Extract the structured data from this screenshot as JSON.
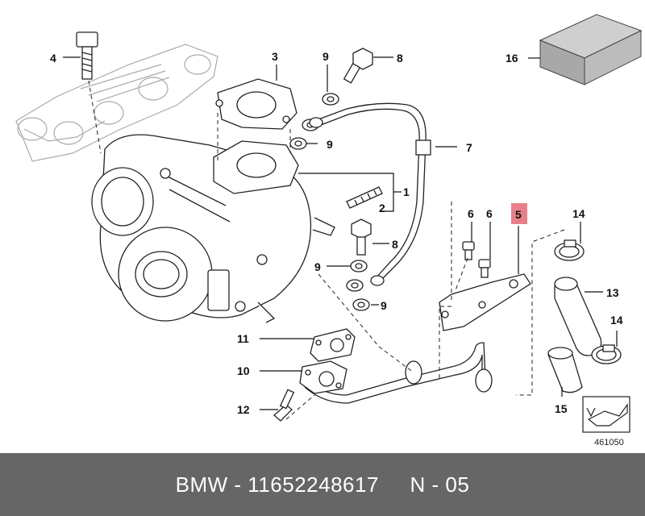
{
  "callouts": {
    "c1": "1",
    "c2": "2",
    "c3": "3",
    "c4": "4",
    "c5": "5",
    "c6a": "6",
    "c6b": "6",
    "c7": "7",
    "c8a": "8",
    "c8b": "8",
    "c9a": "9",
    "c9b": "9",
    "c9c": "9",
    "c9d": "9",
    "c10": "10",
    "c11": "11",
    "c12": "12",
    "c13": "13",
    "c14a": "14",
    "c14b": "14",
    "c15": "15",
    "c16": "16"
  },
  "highlight_color": "#e8808a",
  "diagram_ref": "461050",
  "footer": {
    "brand": "BMW",
    "sep1": " - ",
    "part_number": "11652248617",
    "sep2": "     ",
    "position": "N - 05"
  }
}
